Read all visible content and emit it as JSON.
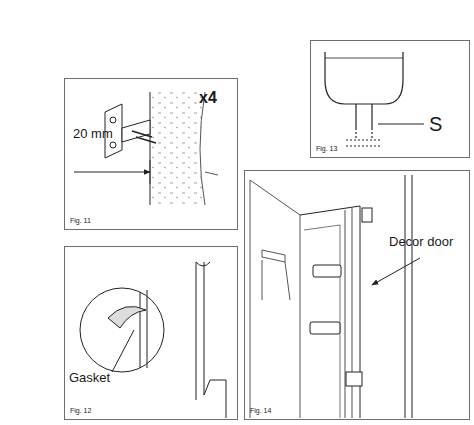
{
  "diagram": {
    "nodes": [
      {
        "text": [
          "x4",
          "20 mm",
          "Fig. 11"
        ]
      },
      {
        "text": [
          "Gasket",
          "Fig. 12"
        ]
      },
      {
        "text": [
          "S",
          "Fig. 13"
        ]
      },
      {
        "text": [
          "Decor door",
          "Fig. 14"
        ]
      }
    ]
  }
}
